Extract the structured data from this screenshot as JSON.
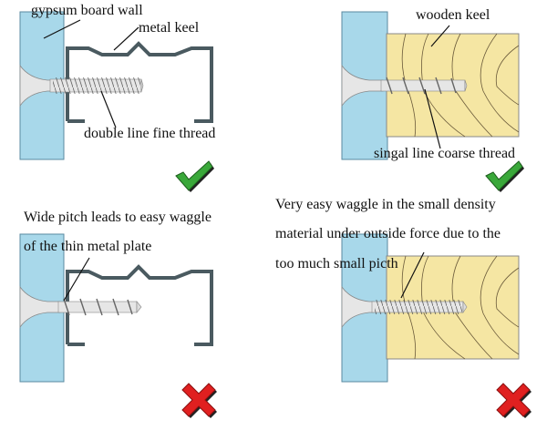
{
  "panels": [
    {
      "id": "metal-fine",
      "labels": {
        "wall": "gypsum board wall",
        "keel": "metal keel",
        "thread": "double line fine thread"
      },
      "verdict": "check"
    },
    {
      "id": "wood-coarse",
      "labels": {
        "keel": "wooden keel",
        "thread": "singal line coarse thread"
      },
      "verdict": "check"
    },
    {
      "id": "metal-coarse",
      "caption_lines": [
        "Wide pitch leads to easy waggle",
        "of the thin metal plate"
      ],
      "verdict": "cross"
    },
    {
      "id": "wood-fine",
      "caption_lines": [
        "Very easy waggle in the small density",
        "material under outside force due to the",
        "too much small picth"
      ],
      "verdict": "cross"
    }
  ],
  "colors": {
    "gypsum": "#a8d8ea",
    "wood": "#f5e6a3",
    "metal": "#4a5a60",
    "check": "#3aa83a",
    "cross": "#e02020"
  }
}
